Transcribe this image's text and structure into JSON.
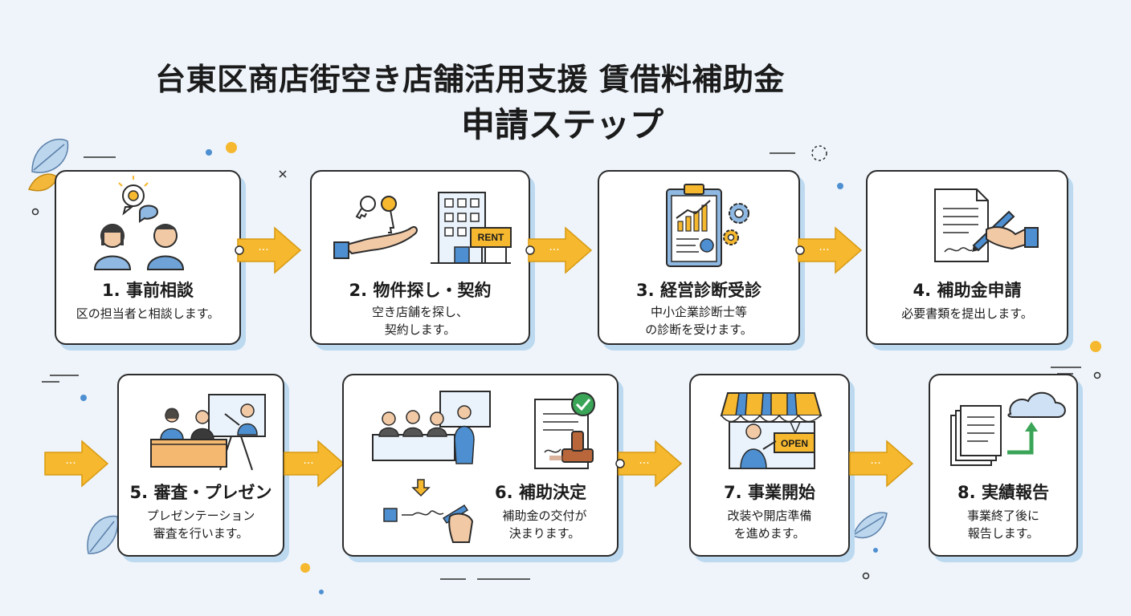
{
  "header": {
    "title": "台東区商店街空き店舗活用支援 賃借料補助金",
    "subtitle": "申請ステップ"
  },
  "colors": {
    "arrow": "#f5b82e",
    "card_shadow": "#bcd9f0",
    "accent_blue": "#4d8fd0",
    "background": "#eef4fa"
  },
  "steps": [
    {
      "title": "1. 事前相談",
      "desc": "区の担当者と相談します。",
      "icon": "consultation-icon"
    },
    {
      "title": "2. 物件探し・契約",
      "desc": "空き店舗を探し、\n契約します。",
      "icon": "key-building-icon",
      "sign": "RENT"
    },
    {
      "title": "3. 経営診断受診",
      "desc": "中小企業診断士等\nの診断を受けます。",
      "icon": "clipboard-chart-icon"
    },
    {
      "title": "4. 補助金申請",
      "desc": "必要書類を提出します。",
      "icon": "document-pen-icon"
    },
    {
      "title": "5. 審査・プレゼン",
      "desc": "プレゼンテーション\n審査を行います。",
      "icon": "presentation-icon"
    },
    {
      "title": "6. 補助決定",
      "desc": "補助金の交付が\n決まります。",
      "icon": "approval-stamp-icon"
    },
    {
      "title": "7. 事業開始",
      "desc": "改装や開店準備\nを進めます。",
      "icon": "open-shop-icon",
      "sign": "OPEN"
    },
    {
      "title": "8. 実績報告",
      "desc": "事業終了後に\n報告します。",
      "icon": "report-cloud-icon"
    }
  ]
}
